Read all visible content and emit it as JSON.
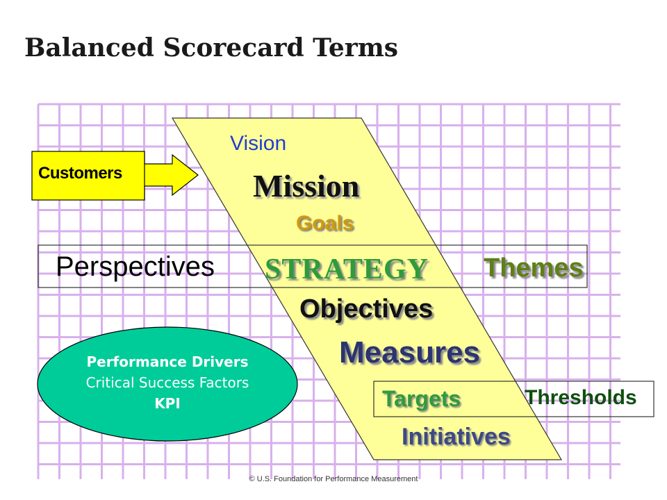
{
  "title": "Balanced Scorecard Terms",
  "terms": {
    "vision": "Vision",
    "mission": "Mission",
    "goals": "Goals",
    "perspectives": "Perspectives",
    "strategy": "STRATEGY",
    "themes": "Themes",
    "objectives": "Objectives",
    "measures": "Measures",
    "targets": "Targets",
    "thresholds": "Thresholds",
    "initiatives": "Initiatives"
  },
  "customers_label": "Customers",
  "oval": {
    "line1": "Performance Drivers",
    "line2": "Critical Success Factors",
    "line3": "KPI"
  },
  "footer": "© U.S. Foundation for Performance Measurement",
  "colors": {
    "grid": "#d8b0ec",
    "band": "#ffff99",
    "customers_box": "#ffff00",
    "oval": "#00cc99"
  }
}
